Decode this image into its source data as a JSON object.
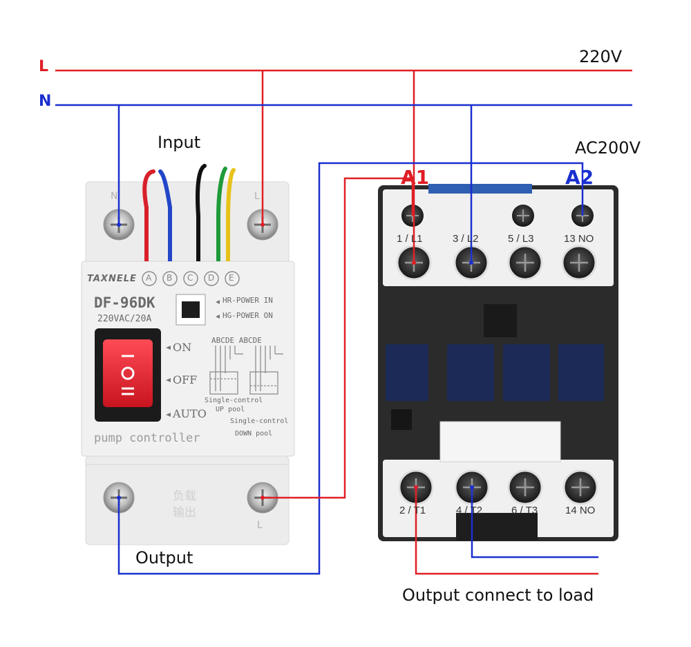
{
  "lines": {
    "L": "L",
    "N": "N",
    "voltage_main": "220V",
    "voltage_coil": "AC200V"
  },
  "labels": {
    "input": "Input",
    "output": "Output",
    "output_load": "Output connect to load"
  },
  "controller": {
    "brand": "TAXNELE",
    "terminal_letters": [
      "A",
      "B",
      "C",
      "D",
      "E"
    ],
    "model": "DF-96DK",
    "rating": "220VAC/20A",
    "led_labels": [
      "HR-POWER IN",
      "HG-POWER ON"
    ],
    "switch_labels": [
      "ON",
      "OFF",
      "AUTO"
    ],
    "diagram_header": "ABCDE ABCDE",
    "mode_up": [
      "Single-control",
      "UP pool"
    ],
    "mode_down": [
      "Single-control",
      "DOWN pool"
    ],
    "footer": "pump controller",
    "top_terminal_left": "N",
    "top_terminal_right": "L",
    "bottom_terminal_right": "L",
    "bottom_chinese": [
      "负载",
      "输出"
    ]
  },
  "contactor": {
    "coil_a1": "A1",
    "coil_a2": "A2",
    "top_terminals": [
      "1 / L1",
      "3 / L2",
      "5 / L3",
      "13 NO"
    ],
    "bottom_terminals": [
      "2 / T1",
      "4 / T2",
      "6 / T3",
      "14 NO"
    ]
  },
  "colors": {
    "line_l": "#e01e26",
    "line_n": "#1a2fd0",
    "controller_body": "#eeeeee",
    "contactor_body": "#2a2a2a",
    "window_blue": "#1c2a57",
    "rocker_red": "#e3232f"
  }
}
